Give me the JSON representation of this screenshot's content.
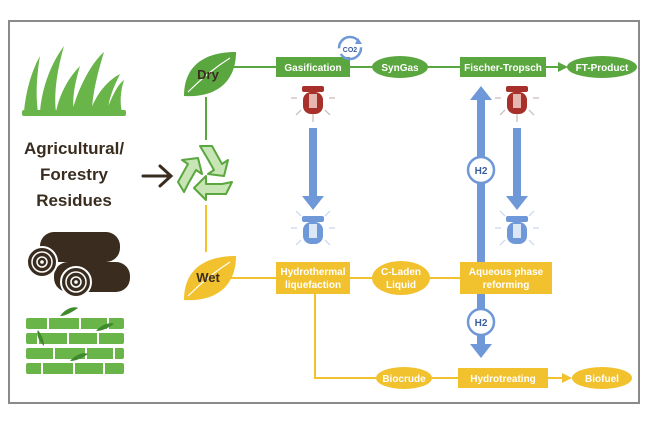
{
  "source_label": [
    "Agricultural/",
    "Forestry",
    "Residues"
  ],
  "branches": {
    "dry": "Dry",
    "wet": "Wet"
  },
  "dry_path": {
    "gasification": "Gasification",
    "syngas": "SynGas",
    "fischer_tropsch": "Fischer-Tropsch",
    "ft_product": "FT-Product"
  },
  "wet_path": {
    "hydrothermal_liquefaction": [
      "Hydrothermal",
      "liquefaction"
    ],
    "c_laden_liquid": [
      "C-Laden",
      "Liquid"
    ],
    "aqueous_phase_reforming": [
      "Aqueous phase",
      "reforming"
    ],
    "biocrude": "Biocrude",
    "hydrotreating": "Hydrotreating",
    "biofuel": "Biofuel"
  },
  "gases": {
    "co2": "CO2",
    "h2": "H2"
  },
  "colors": {
    "green": "#5aa63f",
    "yellow": "#f2c12e",
    "blue": "#6f98d8",
    "red": "#a8302b",
    "dark": "#3a2d20"
  }
}
